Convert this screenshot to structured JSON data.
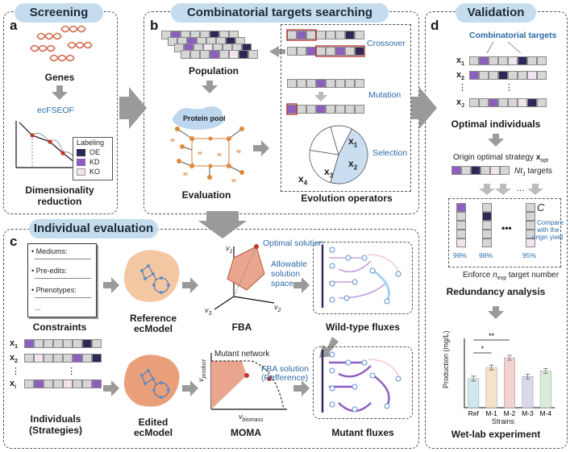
{
  "headers": {
    "screening": "Screening",
    "combinatorial": "Combinatorial targets searching",
    "validation": "Validation",
    "individual": "Individual evaluation"
  },
  "letters": {
    "a": "a",
    "b": "b",
    "c": "c",
    "d": "d"
  },
  "panel_a": {
    "genes": "Genes",
    "method": "ecFSEOF",
    "dim1": "Dimensionality",
    "dim2": "reduction",
    "legend_title": "Labeling",
    "legend": [
      "OE",
      "KD",
      "KO"
    ]
  },
  "panel_b": {
    "population": "Population",
    "protein_pool": "Protein pool",
    "evaluation": "Evaluation",
    "crossover": "Crossover",
    "mutation": "Mutation",
    "selection": "Selection",
    "evolution_operators": "Evolution operators",
    "pie_labels": [
      "x",
      "x",
      "x",
      "x"
    ],
    "pie_subs": [
      "1",
      "2",
      "3",
      "4"
    ],
    "pie_values": [
      0.47,
      0.23,
      0.18,
      0.12
    ]
  },
  "panel_c": {
    "constraints_items": [
      "Mediums:",
      "Pre-edits:",
      "Phenotypes:",
      "..."
    ],
    "constraints": "Constraints",
    "reference1": "Reference",
    "reference2": "ecModel",
    "optimal_solution": "Optimal solution",
    "allowable1": "Allowable",
    "allowable2": "solution",
    "allowable3": "space",
    "fba": "FBA",
    "wild_type": "Wild-type fluxes",
    "individuals1": "Individuals",
    "individuals2": "(Strategies)",
    "edited1": "Edited",
    "edited2": "ecModel",
    "mutant_network": "Mutant network",
    "fba_solution1": "FBA solution",
    "fba_solution2": "(Refference)",
    "v_product": "v",
    "v_product_sub": "product",
    "v_biomass": "v",
    "v_biomass_sub": "biomass",
    "moma": "MOMA",
    "mutant_fluxes": "Mutant fluxes",
    "axis_v1": "v",
    "axis_v2": "v",
    "axis_v3": "v"
  },
  "panel_d": {
    "combinatorial_targets": "Combinatorial targets",
    "rows": [
      "x",
      "x",
      "⋮",
      "x"
    ],
    "row_subs": [
      "1",
      "2",
      "",
      "J"
    ],
    "optimal_individuals": "Optimal individuals",
    "origin_strategy": "Origin optimal strategy",
    "x_opt": "x",
    "x_opt_sub": "opt",
    "nt_targets": "targets",
    "nt": "Nt",
    "nt_sub": "J",
    "comb_C": "C",
    "percentages": [
      "99%",
      "98%",
      "95%"
    ],
    "compare1": "Compare",
    "compare2": "with the",
    "compare3": "origin yield",
    "enforce": "Enforce",
    "enforce_tail": "target number",
    "n_exp": "n",
    "n_exp_sub": "exp",
    "redundancy": "Redundancy analysis",
    "y_axis": "Production (mg/L)",
    "x_axis": "Strains",
    "wetlab": "Wet-lab experiment",
    "sig1": "**",
    "sig2": "*"
  },
  "chart_data": {
    "type": "bar",
    "categories": [
      "Ref",
      "M-1",
      "M-2",
      "M-3",
      "M-4"
    ],
    "values": [
      0.42,
      0.58,
      0.72,
      0.45,
      0.53
    ],
    "colors": [
      "#cfe8ec",
      "#f6e2c8",
      "#f4d2d2",
      "#dcd8ec",
      "#d9ecd8"
    ],
    "xlabel": "Strains",
    "ylabel": "Production (mg/L)",
    "ylim": [
      0,
      1
    ]
  }
}
